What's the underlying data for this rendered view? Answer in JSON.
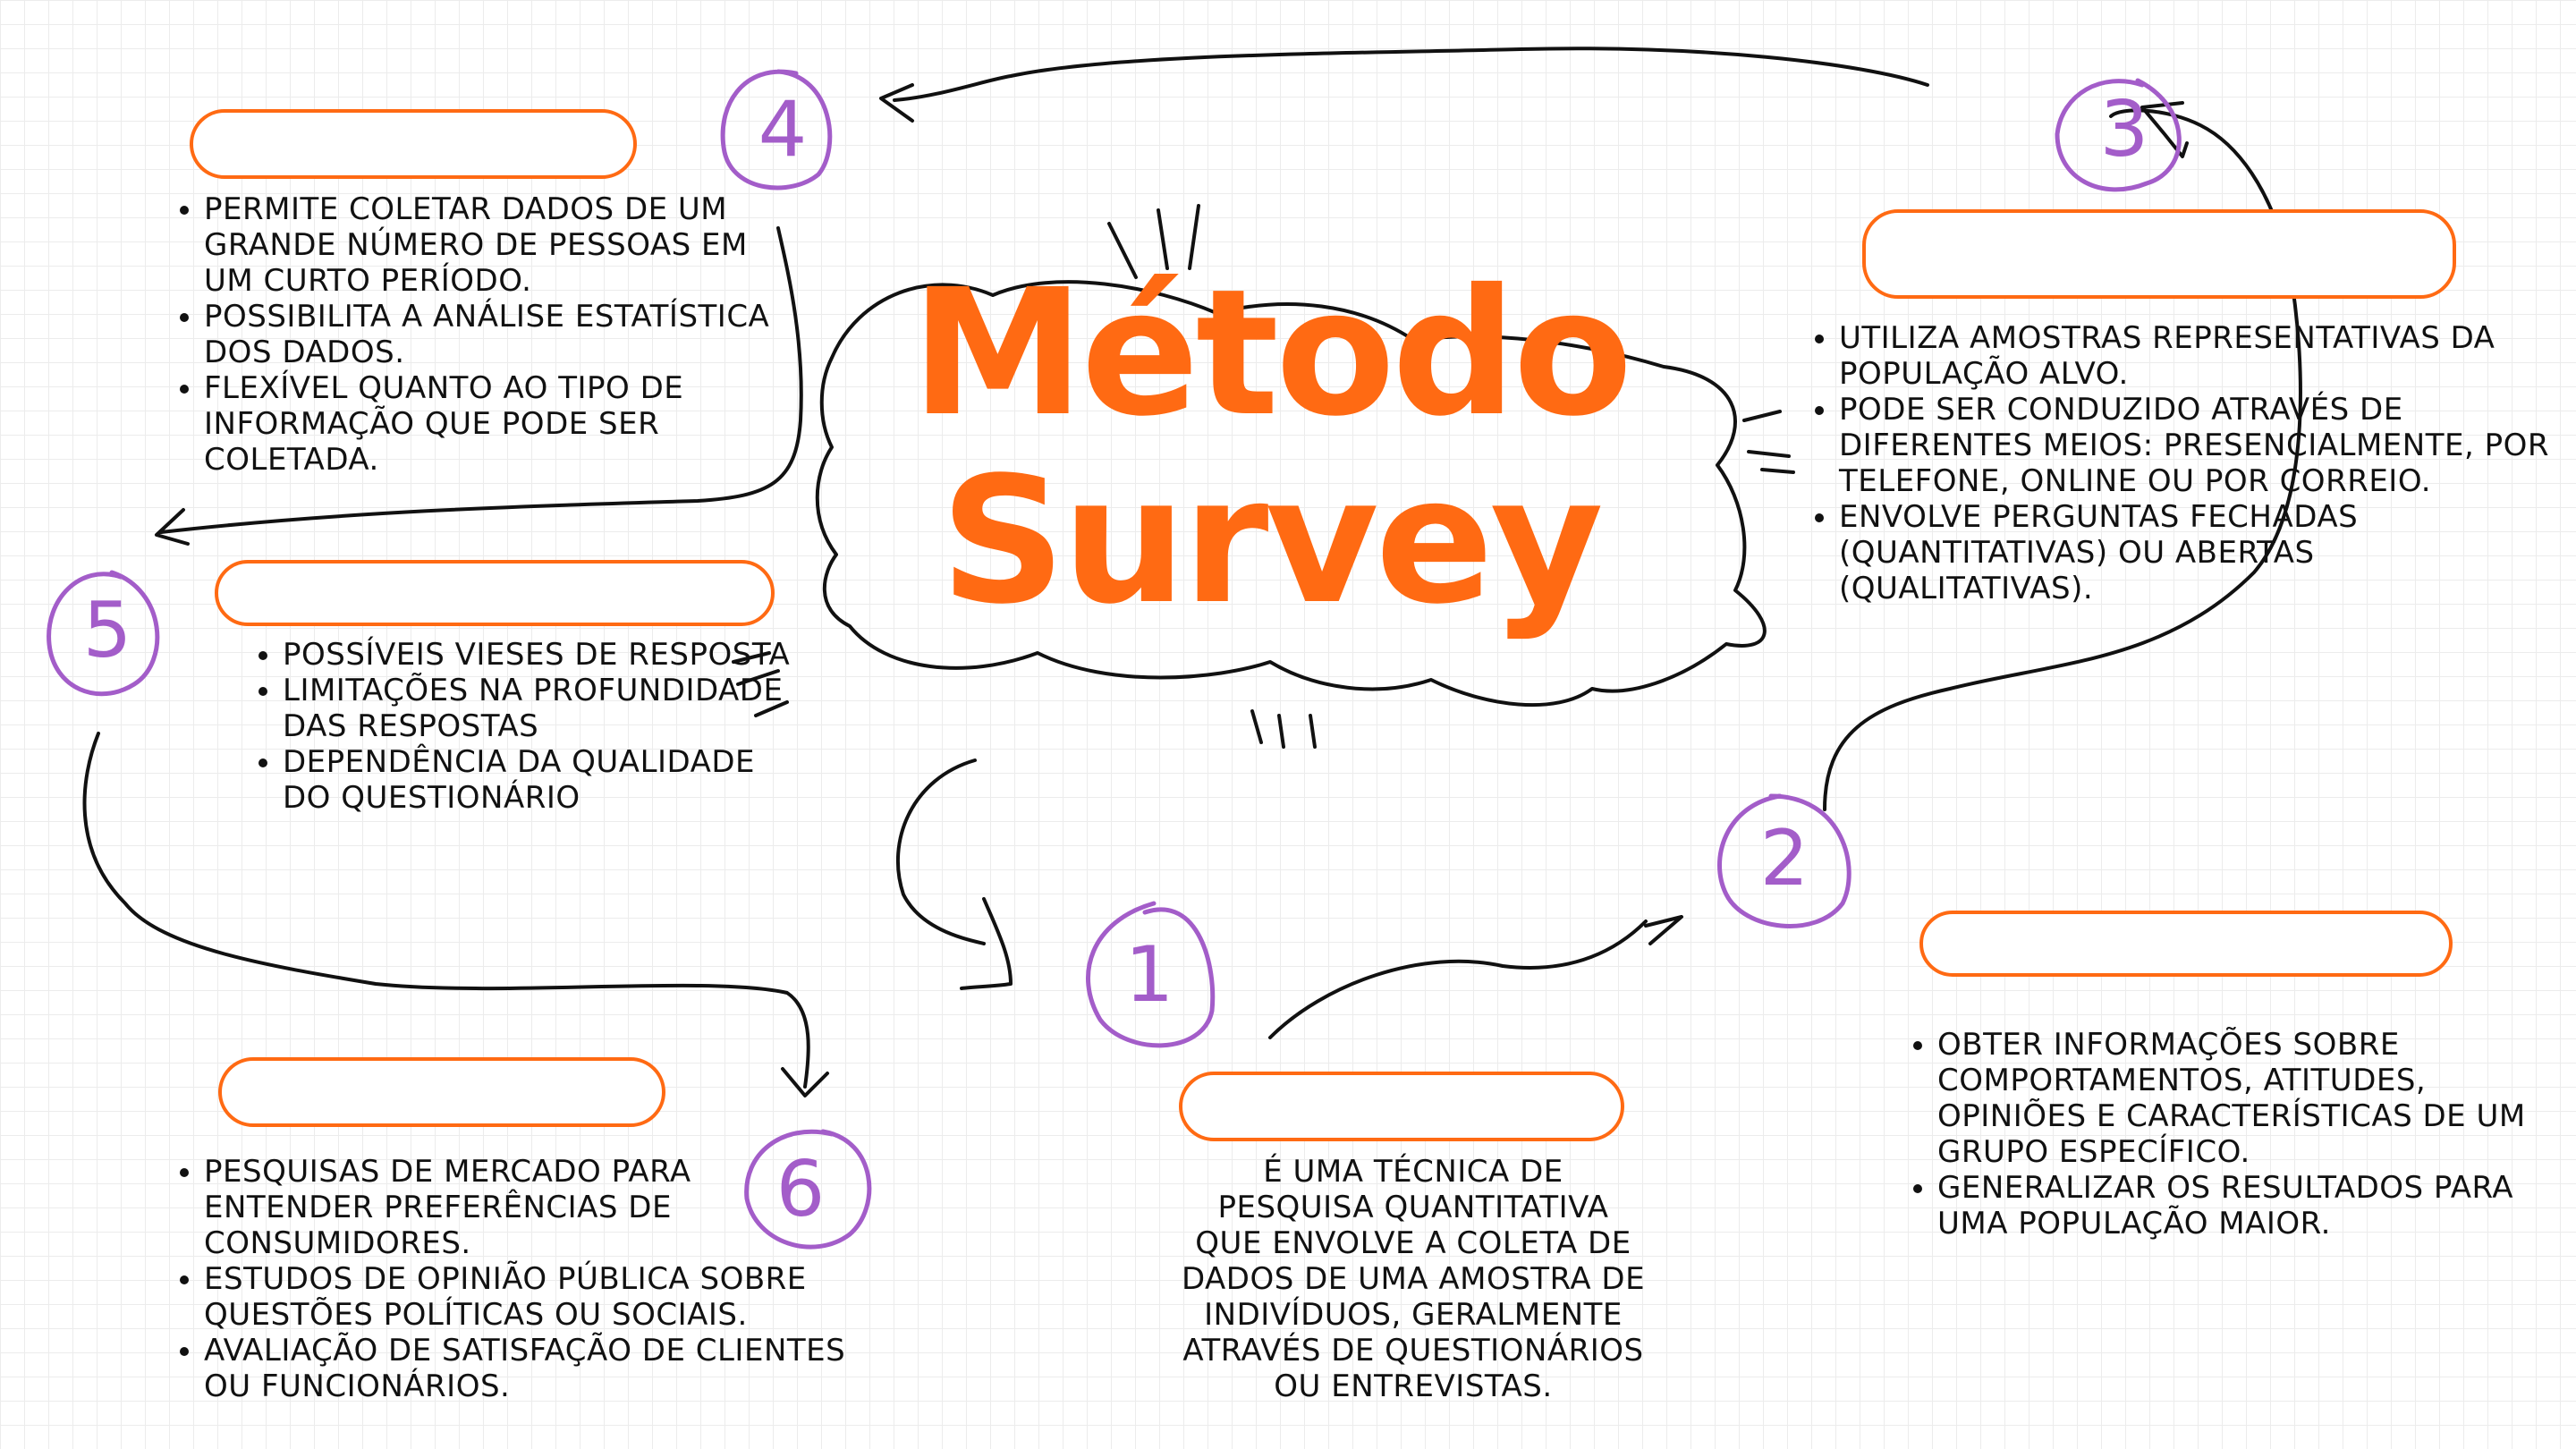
{
  "title": {
    "line1": "Método",
    "line2": "Survey"
  },
  "colors": {
    "accent": "#ff6a13",
    "number": "#a35dc9",
    "text": "#111111"
  },
  "numbers": [
    "1",
    "2",
    "3",
    "4",
    "5",
    "6"
  ],
  "sections": {
    "s1": {
      "text": "É UMA TÉCNICA DE PESQUISA QUANTITATIVA QUE ENVOLVE A COLETA DE DADOS DE UMA AMOSTRA DE INDIVÍDUOS, GERALMENTE ATRAVÉS DE QUESTIONÁRIOS OU ENTREVISTAS."
    },
    "s2": {
      "items": [
        "OBTER INFORMAÇÕES SOBRE COMPORTAMENTOS, ATITUDES, OPINIÕES E CARACTERÍSTICAS DE UM GRUPO ESPECÍFICO.",
        "GENERALIZAR OS RESULTADOS PARA UMA POPULAÇÃO MAIOR."
      ]
    },
    "s3": {
      "items": [
        "UTILIZA AMOSTRAS REPRESENTATIVAS DA POPULAÇÃO ALVO.",
        "PODE SER CONDUZIDO ATRAVÉS DE DIFERENTES MEIOS: PRESENCIALMENTE, POR TELEFONE, ONLINE OU POR CORREIO.",
        "ENVOLVE PERGUNTAS FECHADAS (QUANTITATIVAS) OU ABERTAS (QUALITATIVAS)."
      ]
    },
    "s4": {
      "items": [
        "PERMITE COLETAR DADOS DE UM GRANDE NÚMERO DE PESSOAS EM UM CURTO PERÍODO.",
        "POSSIBILITA A ANÁLISE ESTATÍSTICA DOS DADOS.",
        "FLEXÍVEL QUANTO AO TIPO DE INFORMAÇÃO QUE PODE SER COLETADA."
      ]
    },
    "s5": {
      "items": [
        "POSSÍVEIS VIESES DE RESPOSTA",
        "LIMITAÇÕES NA PROFUNDIDADE DAS RESPOSTAS",
        "DEPENDÊNCIA DA QUALIDADE DO QUESTIONÁRIO"
      ]
    },
    "s6": {
      "items": [
        "PESQUISAS DE MERCADO PARA ENTENDER PREFERÊNCIAS DE CONSUMIDORES.",
        "ESTUDOS DE OPINIÃO PÚBLICA SOBRE QUESTÕES POLÍTICAS OU SOCIAIS.",
        "AVALIAÇÃO DE SATISFAÇÃO DE CLIENTES OU FUNCIONÁRIOS."
      ]
    }
  }
}
